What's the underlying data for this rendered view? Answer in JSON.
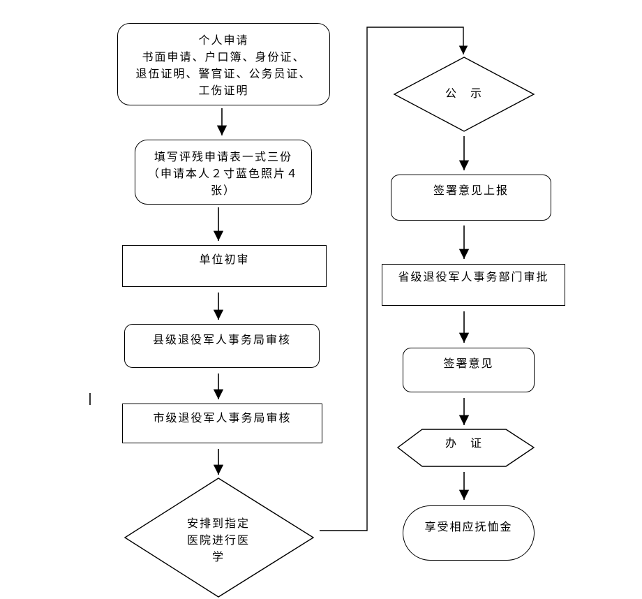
{
  "nodes": {
    "apply": {
      "lines": [
        "个人申请",
        "书面申请、户口簿、身份证、",
        "退伍证明、警官证、公务员证、",
        "工伤证明"
      ]
    },
    "fill_form": {
      "lines": [
        "填写评残申请表一式三份",
        "（申请本人２寸蓝色照片４",
        "张）"
      ]
    },
    "unit_review": {
      "lines": [
        "单位初审"
      ]
    },
    "county_review": {
      "lines": [
        "县级退役军人事务局审核"
      ]
    },
    "city_review": {
      "lines": [
        "市级退役军人事务局审核"
      ]
    },
    "medical": {
      "lines": [
        "安排到指定",
        "医院进行医",
        "学"
      ]
    },
    "publicity": {
      "lines": [
        "公　示"
      ]
    },
    "sign_report": {
      "lines": [
        "签署意见上报"
      ]
    },
    "province_approval": {
      "lines": [
        "省级退役军人事务部门审批"
      ]
    },
    "sign_opinion": {
      "lines": [
        "签署意见"
      ]
    },
    "certificate": {
      "lines": [
        "办　证"
      ]
    },
    "pension": {
      "lines": [
        "享受相应抚恤金"
      ]
    }
  }
}
